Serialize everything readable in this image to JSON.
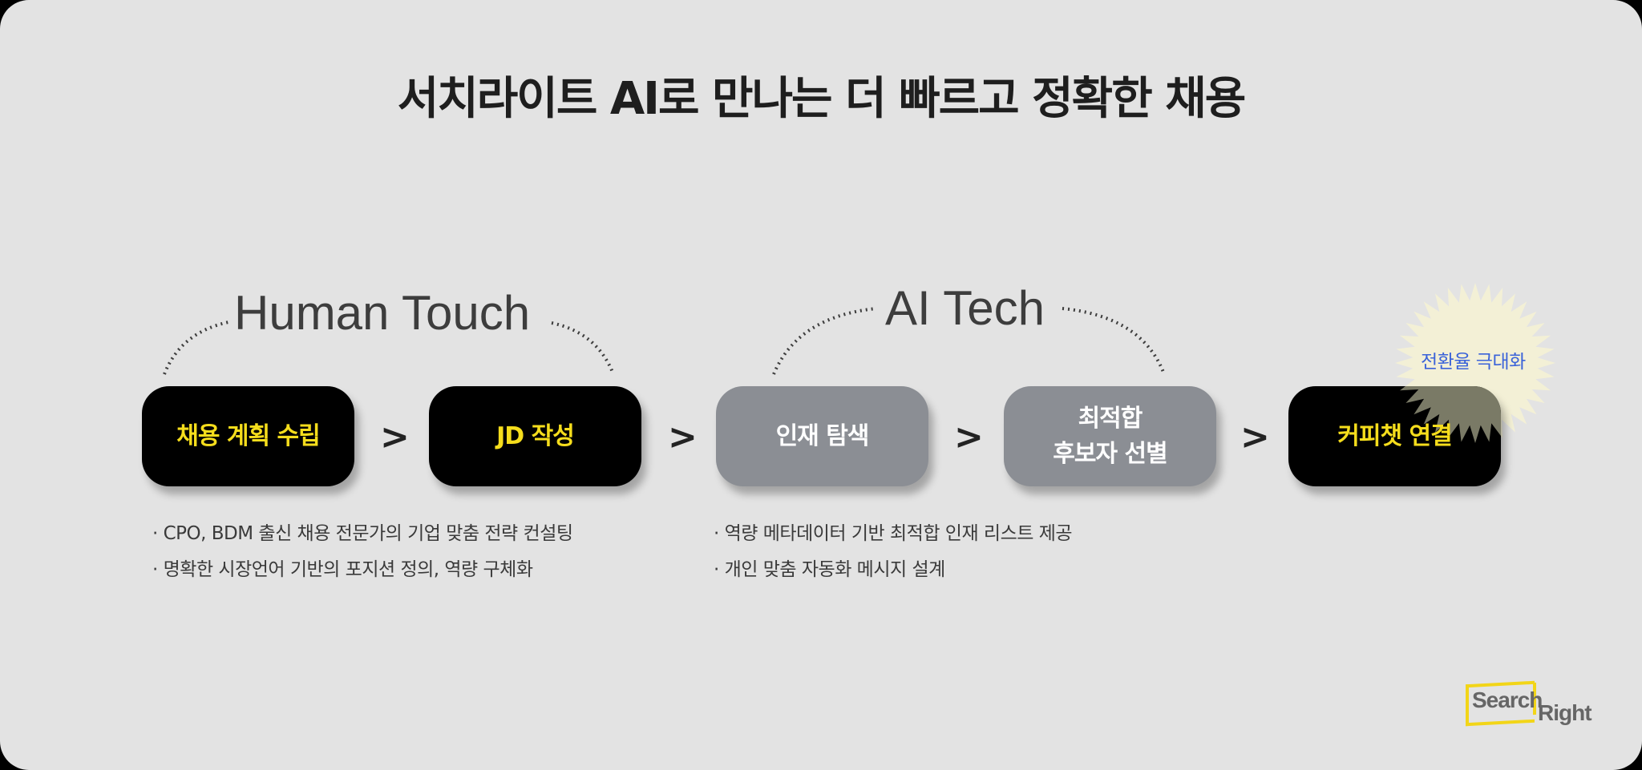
{
  "title": "서치라이트 AI로 만나는 더 빠르고 정확한 채용",
  "groups": {
    "human_touch": "Human Touch",
    "ai_tech": "AI Tech"
  },
  "steps": [
    {
      "label": "채용 계획 수립",
      "style": "dark"
    },
    {
      "label": "JD 작성",
      "style": "dark"
    },
    {
      "label": "인재 탐색",
      "style": "grey"
    },
    {
      "label_line1": "최적합",
      "label_line2": "후보자 선별",
      "style": "grey"
    },
    {
      "label": "커피챗 연결",
      "style": "dark"
    }
  ],
  "arrow_glyph": ">",
  "human_touch_bullets": [
    "· CPO, BDM 출신 채용 전문가의 기업 맞춤 전략 컨설팅",
    "· 명확한 시장언어 기반의 포지션 정의, 역량 구체화"
  ],
  "ai_tech_bullets": [
    "· 역량 메타데이터 기반 최적합 인재 리스트 제공",
    "· 개인 맞춤 자동화 메시지 설계"
  ],
  "burst": {
    "label": "전환율 극대화",
    "fill": "#f3f0d6",
    "text_color": "#3b63d9"
  },
  "logo": {
    "part1": "Search",
    "part2": "Right",
    "frame_color": "#f2d518"
  },
  "colors": {
    "background": "#e3e3e3",
    "dark_box": "#000000",
    "dark_box_text": "#f5dd1c",
    "grey_box": "#8b8e94",
    "grey_box_text": "#ffffff"
  }
}
